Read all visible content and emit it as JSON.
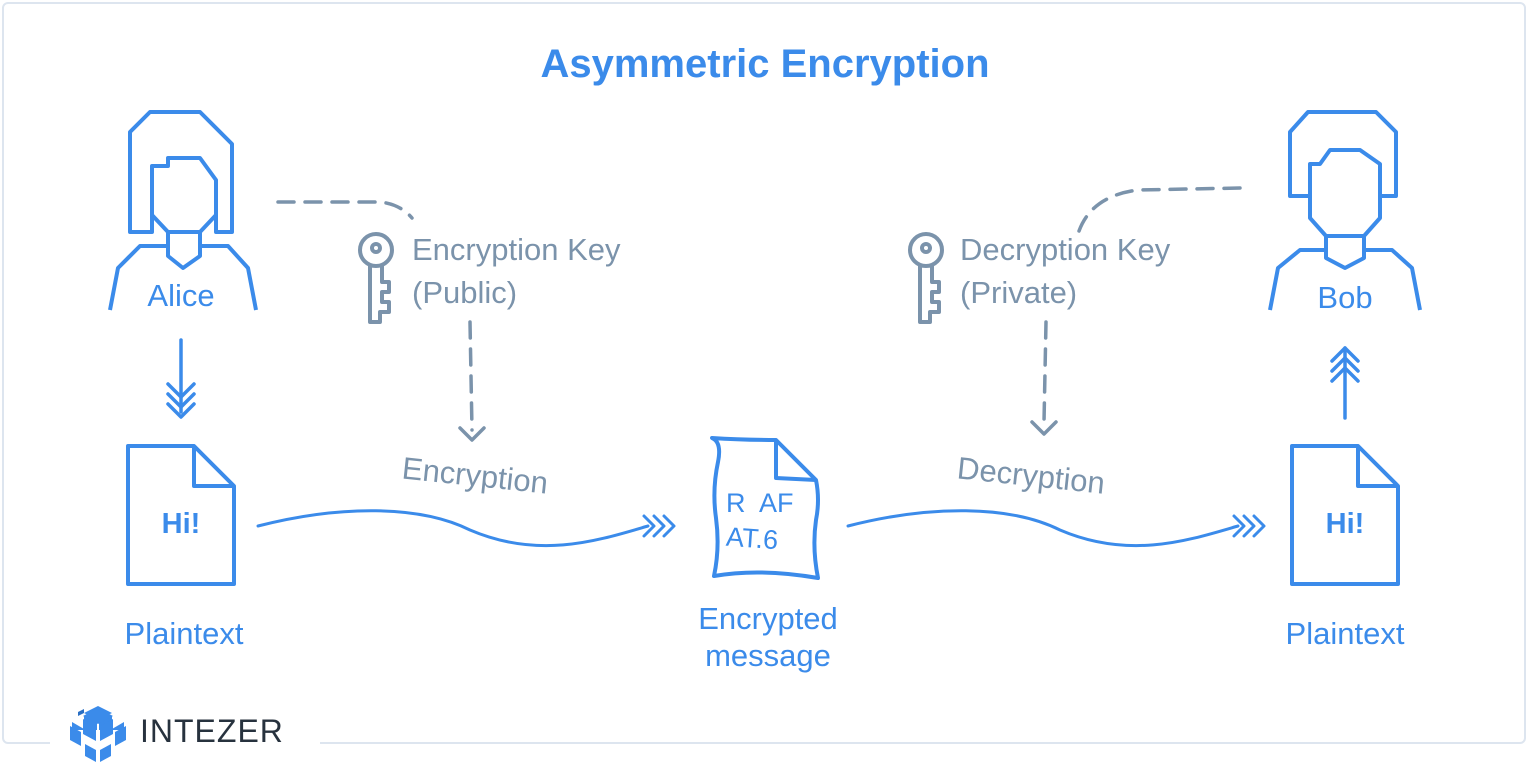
{
  "title": "Asymmetric Encryption",
  "sender": {
    "name": "Alice",
    "doc_text": "Hi!",
    "doc_label": "Plaintext"
  },
  "receiver": {
    "name": "Bob",
    "doc_text": "Hi!",
    "doc_label": "Plaintext"
  },
  "encryption_key": {
    "line1": "Encryption Key",
    "line2": "(Public)"
  },
  "decryption_key": {
    "line1": "Decryption Key",
    "line2": "(Private)"
  },
  "steps": {
    "encrypt": "Encryption",
    "decrypt": "Decryption"
  },
  "ciphertext": {
    "line1": "R  AF",
    "line2": "AT.6",
    "label_line1": "Encrypted",
    "label_line2": "message"
  },
  "brand": {
    "name": "INTEZER"
  },
  "colors": {
    "accent": "#3b8bea",
    "muted": "#7b93ab",
    "frame": "#dde5ef",
    "brand_text": "#27323e"
  },
  "icons": [
    "person-icon",
    "document-icon",
    "key-icon",
    "encrypted-document-icon",
    "triple-chevron-arrow-icon",
    "intezer-cube-logo"
  ]
}
